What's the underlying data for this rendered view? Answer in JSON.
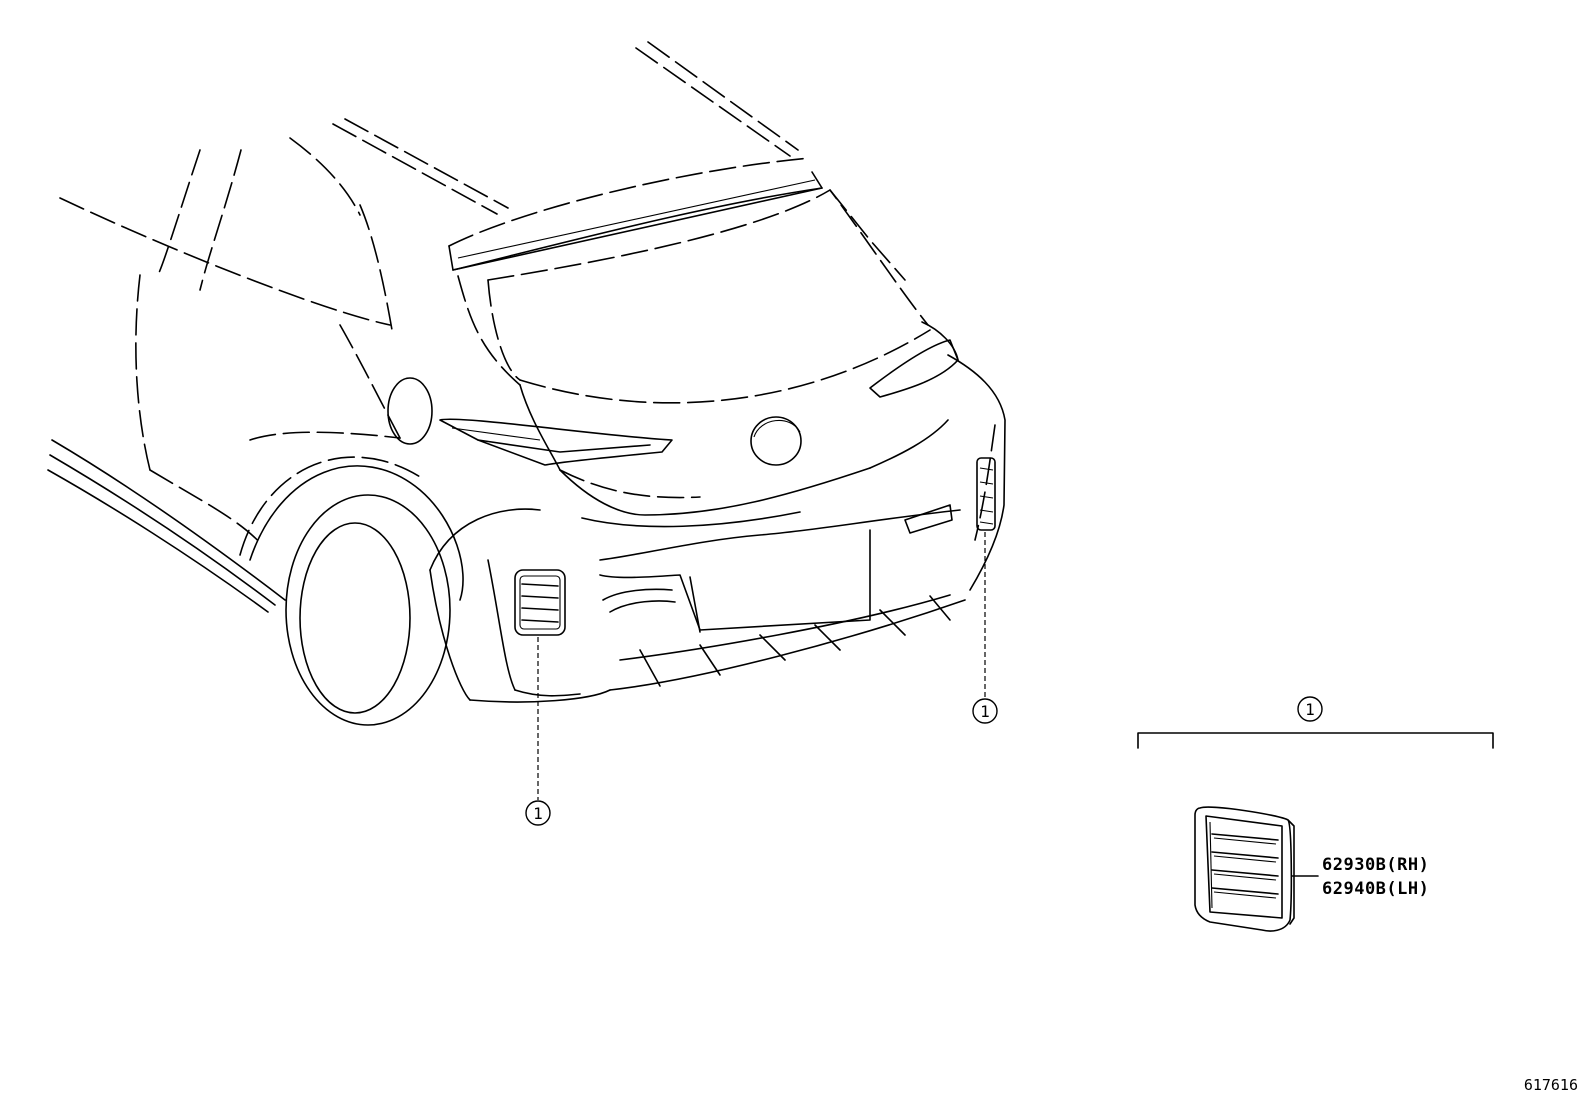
{
  "diagram": {
    "callouts": [
      {
        "id": "callout-left-vent",
        "label": "1"
      },
      {
        "id": "callout-right-vent",
        "label": "1"
      },
      {
        "id": "callout-part-detail",
        "label": "1"
      }
    ],
    "part_numbers": [
      "62930B(RH)",
      "62940B(LH)"
    ],
    "figure_id": "617616"
  }
}
